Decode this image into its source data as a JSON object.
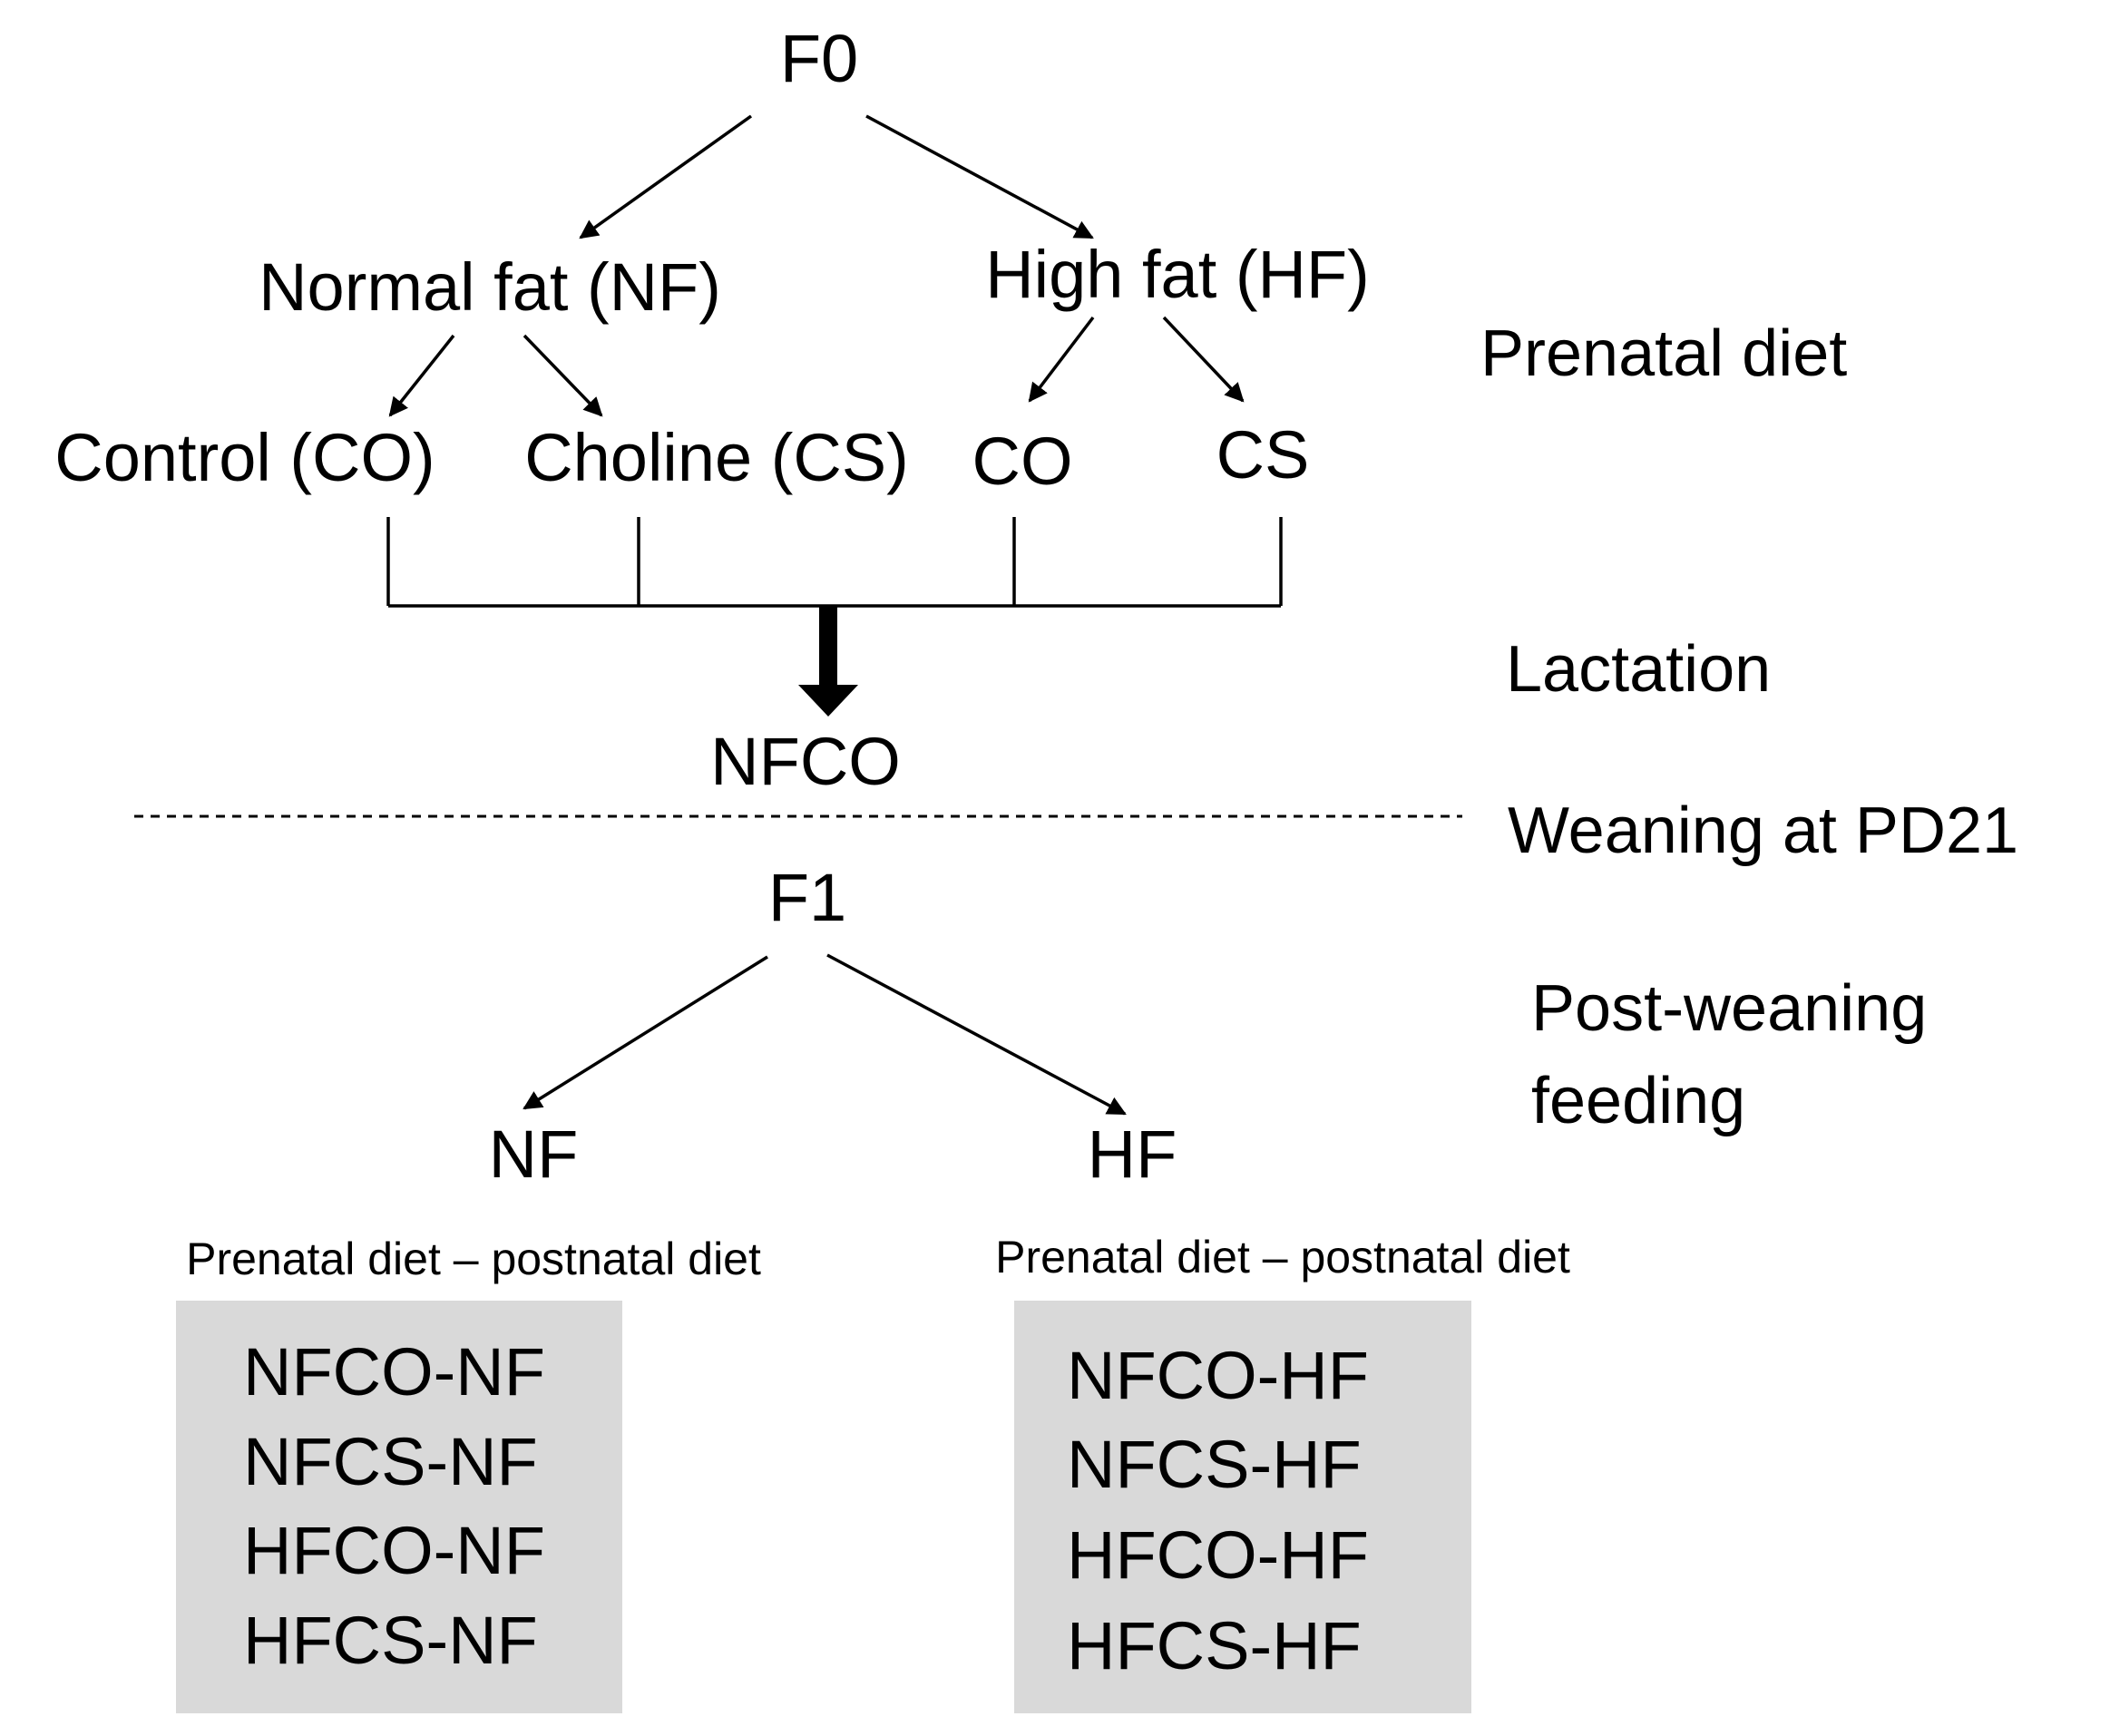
{
  "diagram": {
    "f0": "F0",
    "normal_fat": "Normal fat (NF)",
    "high_fat": "High fat (HF)",
    "control_co": "Control (CO)",
    "choline_cs": "Choline (CS)",
    "hf_co": "CO",
    "hf_cs": "CS",
    "nfco": "NFCO",
    "f1": "F1",
    "post_nf": "NF",
    "post_hf": "HF",
    "box_caption_left": "Prenatal diet – postnatal diet",
    "box_caption_right": "Prenatal diet – postnatal diet",
    "nf_groups": [
      "NFCO-NF",
      "NFCS-NF",
      "HFCO-NF",
      "HFCS-NF"
    ],
    "hf_groups": [
      "NFCO-HF",
      "NFCS-HF",
      "HFCO-HF",
      "HFCS-HF"
    ]
  },
  "phases": {
    "prenatal_diet": "Prenatal diet",
    "lactation": "Lactation",
    "weaning": "Weaning at PD21",
    "post_weaning_line1": "Post-weaning",
    "post_weaning_line2": "feeding"
  },
  "colors": {
    "box_fill": "#d9d9d9",
    "ink": "#000000"
  }
}
